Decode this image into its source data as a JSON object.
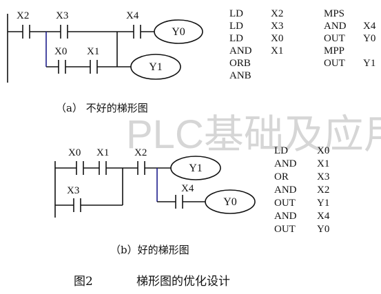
{
  "diagram_a": {
    "contacts": {
      "x2": "X2",
      "x3": "X3",
      "x4": "X4",
      "x0": "X0",
      "x1": "X1"
    },
    "coils": {
      "y0": "Y0",
      "y1": "Y1"
    },
    "caption": "（a）  不好的梯形图",
    "instructions": [
      [
        "LD",
        "X2"
      ],
      [
        "LD",
        "X3"
      ],
      [
        "LD",
        "X0"
      ],
      [
        "AND",
        "X1"
      ],
      [
        "ORB",
        ""
      ],
      [
        "ANB",
        ""
      ],
      [
        "MPS",
        ""
      ],
      [
        "AND",
        "X4"
      ],
      [
        "OUT",
        "Y0"
      ],
      [
        "MPP",
        ""
      ],
      [
        "OUT",
        "Y1"
      ]
    ]
  },
  "diagram_b": {
    "contacts": {
      "x0": "X0",
      "x1": "X1",
      "x2": "X2",
      "x3": "X3",
      "x4": "X4"
    },
    "coils": {
      "y1": "Y1",
      "y0": "Y0"
    },
    "caption": "（b）好的梯形图",
    "instructions": [
      [
        "LD",
        "X0"
      ],
      [
        "AND",
        "X1"
      ],
      [
        "OR",
        "X3"
      ],
      [
        "AND",
        "X2"
      ],
      [
        "OUT",
        "Y1"
      ],
      [
        "AND",
        "X4"
      ],
      [
        "OUT",
        "Y0"
      ]
    ]
  },
  "watermark": "PLC基础及应用",
  "figure_caption": {
    "number": "图2",
    "title": "梯形图的优化设计"
  },
  "colors": {
    "line": "#111111",
    "accent_wire": "#1c1c8c",
    "watermark": "#d6d6d6"
  }
}
